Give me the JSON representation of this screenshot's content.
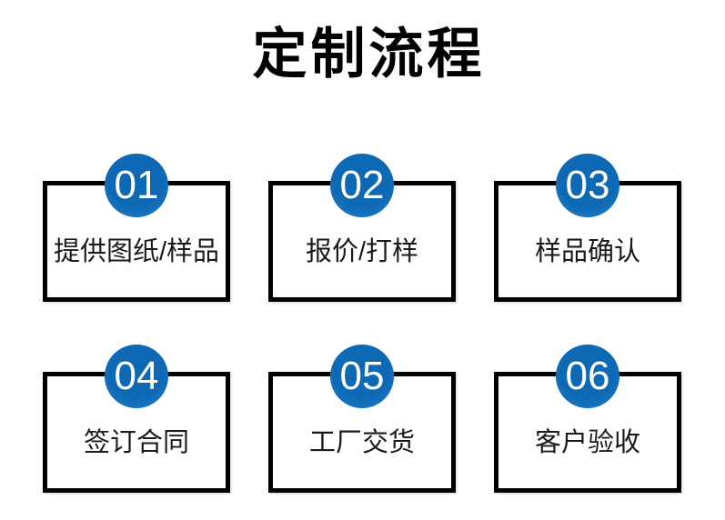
{
  "title": "定制流程",
  "colors": {
    "background": "#ffffff",
    "box_border": "#000000",
    "badge_blue": "#0e68b2",
    "badge_number_text": "#ffffff",
    "label_text": "#1a1a1a",
    "title_text": "#000000"
  },
  "steps": [
    {
      "number": "01",
      "label": "提供图纸/样品"
    },
    {
      "number": "02",
      "label": "报价/打样"
    },
    {
      "number": "03",
      "label": "样品确认"
    },
    {
      "number": "04",
      "label": "签订合同"
    },
    {
      "number": "05",
      "label": "工厂交货"
    },
    {
      "number": "06",
      "label": "客户验收"
    }
  ]
}
